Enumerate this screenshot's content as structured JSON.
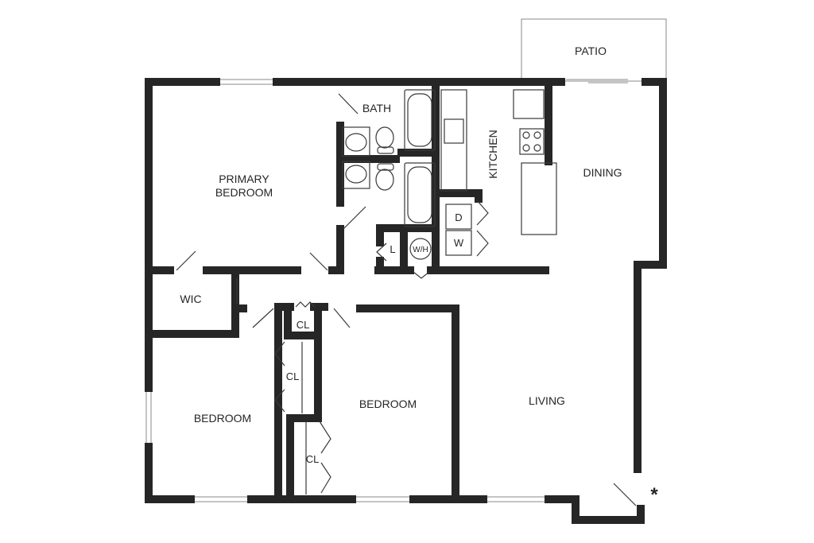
{
  "plan": {
    "rooms": {
      "patio": "PATIO",
      "bath": "BATH",
      "kitchen": "KITCHEN",
      "dining": "DINING",
      "primary_bedroom_line1": "PRIMARY",
      "primary_bedroom_line2": "BEDROOM",
      "wic": "WIC",
      "closet_1": "CL",
      "closet_2": "CL",
      "closet_3": "CL",
      "bedroom_left": "BEDROOM",
      "bedroom_center": "BEDROOM",
      "living": "LIVING"
    },
    "fixtures": {
      "dryer": "D",
      "washer": "W",
      "linen": "L",
      "water_heater": "W/H"
    },
    "entry_marker": "*"
  },
  "colors": {
    "wall": "#262626",
    "background": "#ffffff"
  }
}
